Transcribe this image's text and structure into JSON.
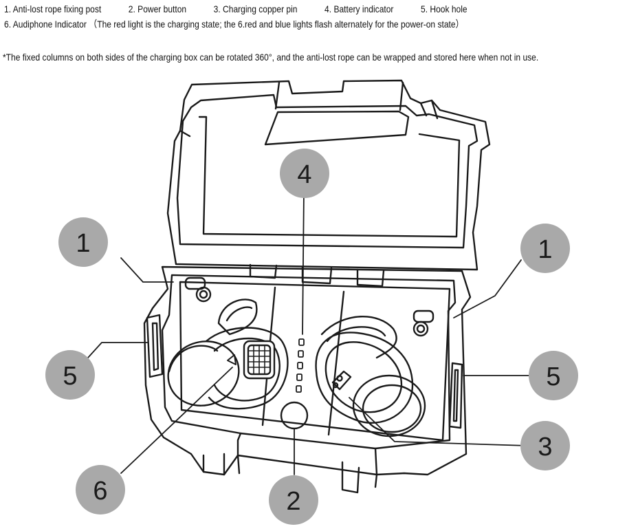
{
  "legend": {
    "row1": [
      "1. Anti-lost rope fixing post",
      "2. Power button",
      "3. Charging copper pin",
      "4. Battery indicator",
      "5. Hook hole"
    ],
    "row2": "6. Audiphone Indicator （The red light is the charging state; the 6.red and blue lights flash alternately for the power-on state）"
  },
  "note": "*The fixed columns on both sides of the charging box can be rotated 360°, and the anti-lost rope can be wrapped and stored here when not in use.",
  "callouts": [
    {
      "id": "1",
      "label": "1"
    },
    {
      "id": "1",
      "label": "1"
    },
    {
      "id": "2",
      "label": "2"
    },
    {
      "id": "3",
      "label": "3"
    },
    {
      "id": "4",
      "label": "4"
    },
    {
      "id": "5",
      "label": "5"
    },
    {
      "id": "5",
      "label": "5"
    },
    {
      "id": "6",
      "label": "6"
    }
  ],
  "colors": {
    "callout_fill": "#a9a9a9",
    "line": "#1a1a1a",
    "background": "#ffffff"
  }
}
